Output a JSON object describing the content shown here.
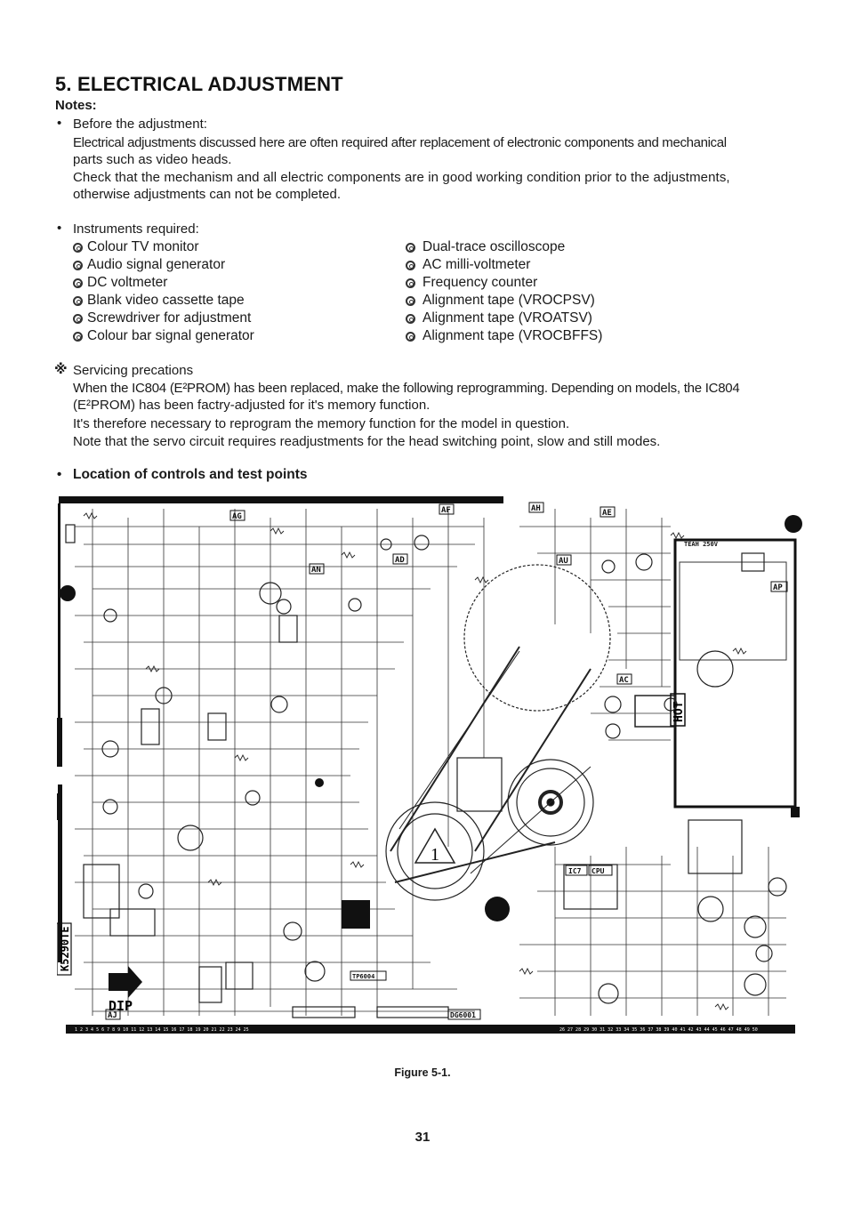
{
  "heading": "5. ELECTRICAL ADJUSTMENT",
  "notes_label": "Notes:",
  "before": {
    "title": "Before the adjustment:",
    "para1_l1": "Electrical adjustments discussed here are often required after replacement of electronic components and mechanical",
    "para1_l2": "parts such as video heads.",
    "para2_l1": "Check that the mechanism and all electric components are in good working condition prior to the adjustments,",
    "para2_l2": "otherwise adjustments can not be completed."
  },
  "instruments": {
    "title": "Instruments required:",
    "left": [
      "Colour TV monitor",
      "Audio signal generator",
      "DC voltmeter",
      "Blank video cassette tape",
      "Screwdriver for adjustment",
      "Colour bar signal generator"
    ],
    "right": [
      "Dual-trace oscilloscope",
      "AC milli-voltmeter",
      "Frequency counter",
      "Alignment tape (VROCPSV)",
      "Alignment tape (VROATSV)",
      "Alignment tape (VROCBFFS)"
    ]
  },
  "servicing": {
    "title": "Servicing precations",
    "l1": "When the IC804 (E²PROM) has been replaced, make the following reprogramming. Depending on models, the IC804",
    "l2": "(E²PROM) has been factry-adjusted for it's memory function.",
    "l3": "It's therefore necessary to reprogram the memory function for the model in question.",
    "l4": "Note that the servo circuit requires readjustments for the head switching point, slow and still modes."
  },
  "location_title": "Location of controls and test points",
  "figure": {
    "labels": {
      "ag": "AG",
      "ah": "AH",
      "af": "AF",
      "ae": "AE",
      "ad": "AD",
      "au": "AU",
      "an": "AN",
      "aj": "AJ",
      "ap": "AP",
      "ac": "AC",
      "teak": "TEAH 250V",
      "hot": "HOT",
      "icu": "IC7",
      "cpu": "CPU",
      "dip": "DIP",
      "model": "K5290TE",
      "hint": "1",
      "dg": "DG6001",
      "ed": "TP6004"
    }
  },
  "caption": "Figure 5-1.",
  "page_number": "31"
}
